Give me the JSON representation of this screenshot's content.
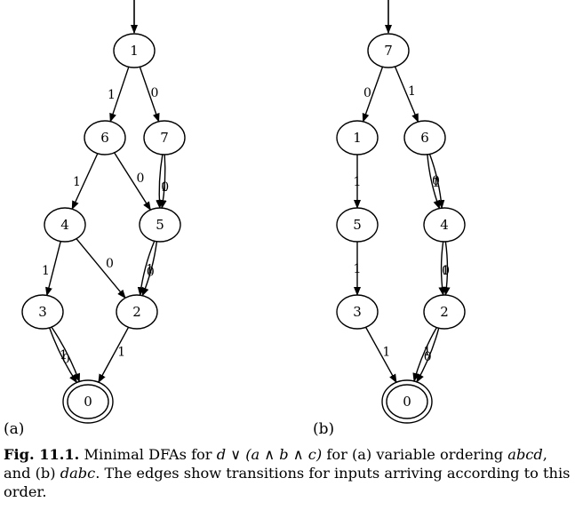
{
  "diagrams": [
    {
      "label": "(a)",
      "nodes": [
        "1",
        "6",
        "7",
        "4",
        "5",
        "3",
        "2",
        "0"
      ],
      "edges": [
        {
          "from": "1",
          "to": "6",
          "label": "1"
        },
        {
          "from": "1",
          "to": "7",
          "label": "0"
        },
        {
          "from": "6",
          "to": "4",
          "label": "1"
        },
        {
          "from": "6",
          "to": "5",
          "label": "0"
        },
        {
          "from": "7",
          "to": "5",
          "label": "1"
        },
        {
          "from": "7",
          "to": "5",
          "label": "0"
        },
        {
          "from": "4",
          "to": "3",
          "label": "1"
        },
        {
          "from": "4",
          "to": "2",
          "label": "0"
        },
        {
          "from": "5",
          "to": "2",
          "label": "0"
        },
        {
          "from": "5",
          "to": "2",
          "label": "1"
        },
        {
          "from": "3",
          "to": "0",
          "label": "1"
        },
        {
          "from": "3",
          "to": "0",
          "label": "0"
        },
        {
          "from": "2",
          "to": "0",
          "label": "1"
        }
      ],
      "accepting": "0"
    },
    {
      "label": "(b)",
      "nodes": [
        "7",
        "1",
        "6",
        "5",
        "4",
        "3",
        "2",
        "0"
      ],
      "edges": [
        {
          "from": "7",
          "to": "1",
          "label": "0"
        },
        {
          "from": "7",
          "to": "6",
          "label": "1"
        },
        {
          "from": "1",
          "to": "5",
          "label": "1"
        },
        {
          "from": "6",
          "to": "4",
          "label": "0"
        },
        {
          "from": "6",
          "to": "4",
          "label": "1"
        },
        {
          "from": "5",
          "to": "3",
          "label": "1"
        },
        {
          "from": "4",
          "to": "2",
          "label": "0"
        },
        {
          "from": "4",
          "to": "2",
          "label": "1"
        },
        {
          "from": "3",
          "to": "0",
          "label": "1"
        },
        {
          "from": "2",
          "to": "0",
          "label": "0"
        },
        {
          "from": "2",
          "to": "0",
          "label": "1"
        }
      ],
      "accepting": "0"
    }
  ],
  "caption": {
    "fig_label": "Fig. 11.1.",
    "text_1": " Minimal DFAs for ",
    "formula": "d ∨ (a ∧ b ∧ c)",
    "text_2": " for (a) variable ordering ",
    "ordering_a": "abcd",
    "text_3": ", and (b) ",
    "ordering_b": "dabc",
    "text_4": ". The edges show transitions for inputs arriving according to this order."
  }
}
